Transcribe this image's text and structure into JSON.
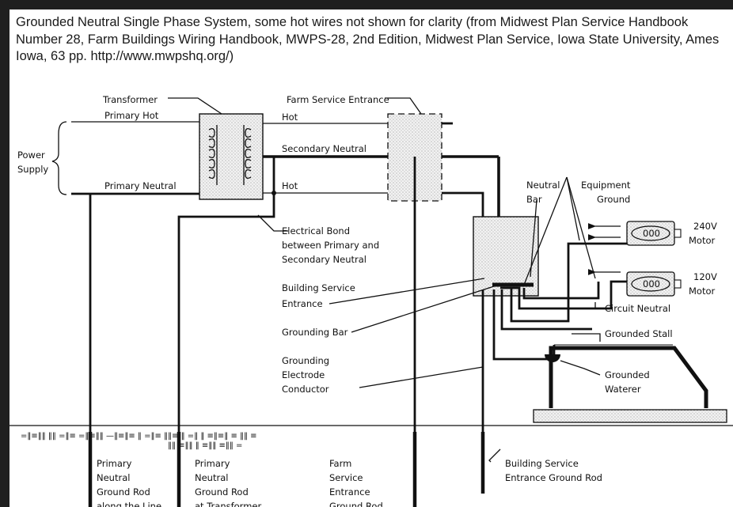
{
  "caption": "Grounded Neutral Single Phase System, some hot wires not shown for clarity (from Midwest Plan Service Handbook Number 28, Farm Buildings Wiring Handbook, MWPS-28, 2nd Edition, Midwest Plan Service, Iowa State University, Ames Iowa, 63 pp. http://www.mwpshq.org/)",
  "labels": {
    "transformer": "Transformer",
    "farm_service_entrance": "Farm Service Entrance",
    "primary_hot": "Primary Hot",
    "primary_neutral": "Primary Neutral",
    "power": "Power",
    "supply": "Supply",
    "hot_top": "Hot",
    "secondary_neutral": "Secondary Neutral",
    "hot_bottom": "Hot",
    "neutral": "Neutral",
    "bar": "Bar",
    "equipment": "Equipment",
    "ground": "Ground",
    "v240": "240V",
    "v120": "120V",
    "motor_240": "Motor",
    "motor_120": "Motor",
    "bond_1": "Electrical Bond",
    "bond_2": "between Primary and",
    "bond_3": "Secondary Neutral",
    "bse_1": "Building Service",
    "bse_2": "Entrance",
    "circuit_neutral": "Circuit Neutral",
    "grounding_bar": "Grounding Bar",
    "grounded_stall": "Grounded Stall",
    "gec_1": "Grounding",
    "gec_2": "Electrode",
    "gec_3": "Conductor",
    "waterer_1": "Grounded",
    "waterer_2": "Waterer",
    "rod1_1": "Primary",
    "rod1_2": "Neutral",
    "rod1_3": "Ground Rod",
    "rod1_4": "along the Line",
    "rod2_1": "Primary",
    "rod2_2": "Neutral",
    "rod2_3": "Ground Rod",
    "rod2_4": "at Transformer",
    "rod3_1": "Farm",
    "rod3_2": "Service",
    "rod3_3": "Entrance",
    "rod3_4": "Ground Rod",
    "rod4_1": "Building Service",
    "rod4_2": "Entrance Ground Rod",
    "coil": "000"
  }
}
